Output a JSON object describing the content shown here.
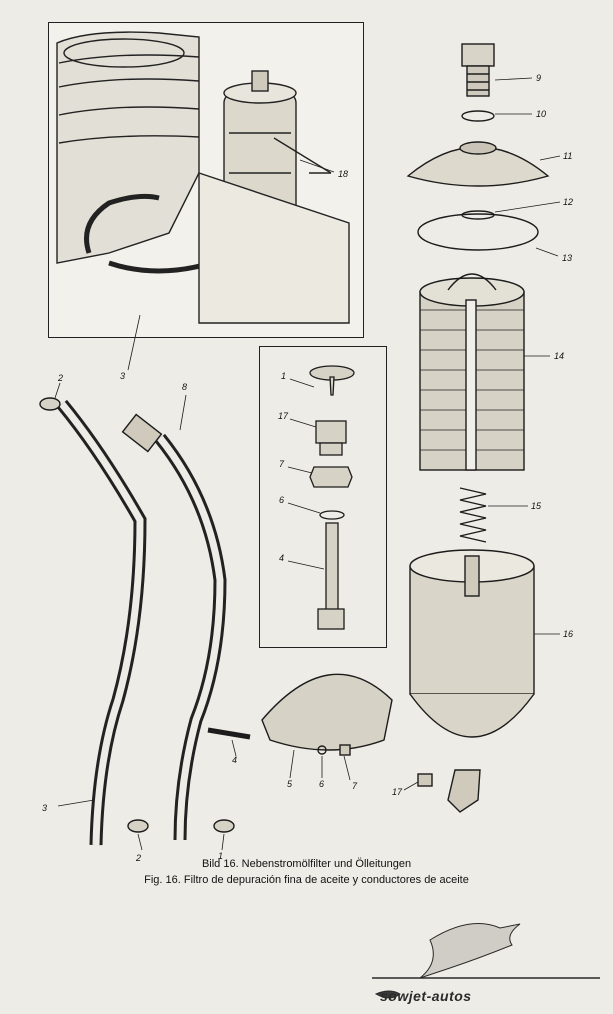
{
  "figure": {
    "caption_de": "Bild 16. Nebenstromölfilter und Ölleitungen",
    "caption_es": "Fig. 16. Filtro de depuración fina de aceite y conductores de aceite"
  },
  "callouts": {
    "n1a": "1",
    "n1b": "1",
    "n2a": "2",
    "n2b": "2",
    "n3a": "3",
    "n3b": "3",
    "n4a": "4",
    "n4b": "4",
    "n5": "5",
    "n6a": "6",
    "n6b": "6",
    "n7a": "7",
    "n7b": "7",
    "n8": "8",
    "n9": "9",
    "n10": "10",
    "n11": "11",
    "n12": "12",
    "n13": "13",
    "n14": "14",
    "n15": "15",
    "n16": "16",
    "n17a": "17",
    "n17b": "17",
    "n18": "18"
  },
  "watermark": {
    "text": "sowjet-autos"
  }
}
